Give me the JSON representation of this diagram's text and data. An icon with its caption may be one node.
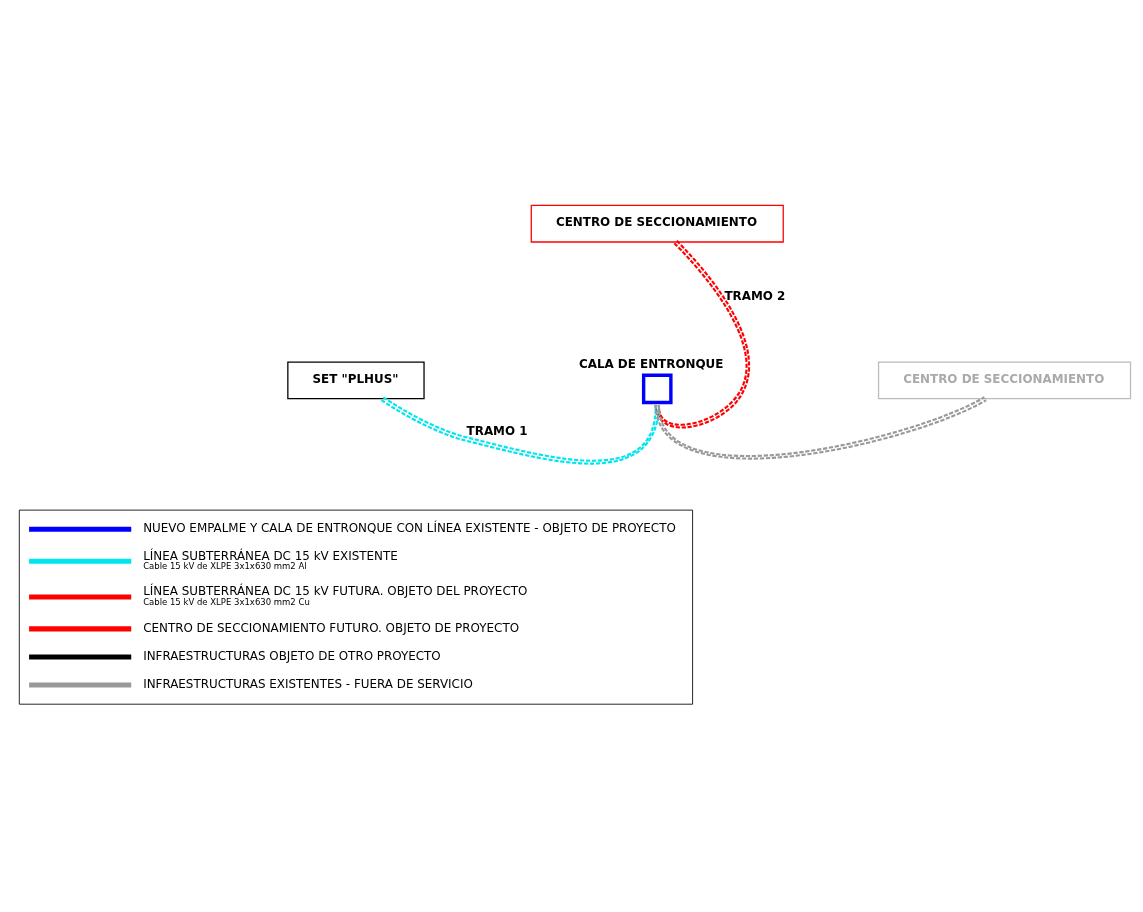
{
  "diagram": {
    "nodes": [
      {
        "text": [
          "CENTRO DE SECCIONAMIENTO"
        ]
      },
      {
        "text": [
          "SET \"PLHUS\""
        ]
      },
      {
        "text": [
          "CALA DE ENTRONQUE"
        ]
      },
      {
        "text": [
          "CENTRO DE SECCIONAMIENTO"
        ]
      }
    ],
    "edges": [
      {
        "from": 0,
        "to": 2,
        "arrow": "none",
        "label": "TRAMO 2",
        "style": "dashed",
        "color": "#ff0000"
      },
      {
        "from": 1,
        "to": 2,
        "arrow": "none",
        "label": "TRAMO 1",
        "style": "dashed",
        "color": "#00e5ee"
      },
      {
        "from": 2,
        "to": 3,
        "arrow": "none",
        "style": "dashed",
        "color": "#999999"
      }
    ],
    "labels": [
      "Cable 15 kV de XLPE 3x1x630 mm2 Al",
      "Cable 15 kV de XLPE 3x1x630 mm2 Cu"
    ],
    "legend": [
      {
        "text": "NUEVO EMPALME Y CALA DE ENTRONQUE CON LÍNEA EXISTENTE - OBJETO DE PROYECTO"
      },
      {
        "text": "LÍNEA SUBTERRÁNEA DC 15 kV EXISTENTE"
      },
      {
        "text": "LÍNEA SUBTERRÁNEA DC 15 kV FUTURA. OBJETO DEL PROYECTO"
      },
      {
        "text": "CENTRO DE SECCIONAMIENTO FUTURO. OBJETO DE PROYECTO"
      },
      {
        "text": "INFRAESTRUCTURAS OBJETO DE OTRO PROYECTO"
      },
      {
        "text": "INFRAESTRUCTURAS EXISTENTES - FUERA DE SERVICIO"
      }
    ]
  }
}
